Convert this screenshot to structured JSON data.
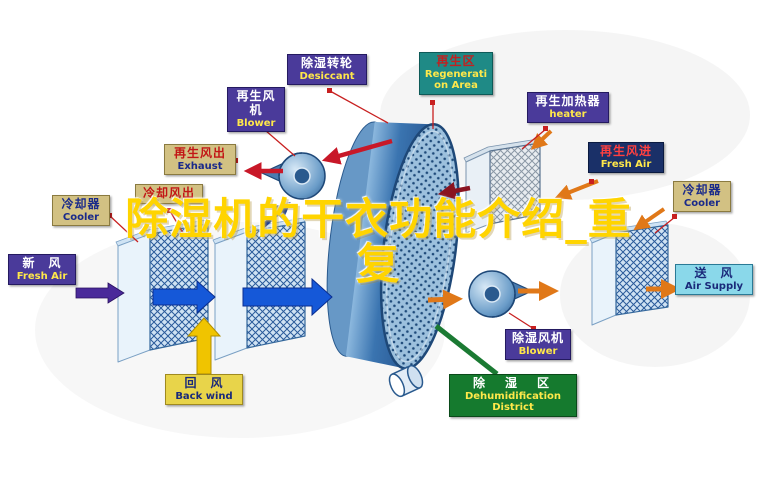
{
  "watermark": {
    "line1": "除湿机的干衣功能介绍_重",
    "line2": "复"
  },
  "labels": {
    "blower_regen": {
      "zh": "再生风机",
      "en": "Blower"
    },
    "desiccant": {
      "zh": "除湿转轮",
      "en": "Desiccant"
    },
    "regen_area": {
      "zh": "再生区",
      "en": "Regeneration Area"
    },
    "heater": {
      "zh": "再生加热器",
      "en": "heater"
    },
    "exhaust": {
      "zh": "再生风出",
      "en": "Exhaust"
    },
    "cooler_left": {
      "zh": "冷却器",
      "en": "Cooler"
    },
    "cooling_out": {
      "zh": "冷却风出"
    },
    "fresh_air_regen": {
      "zh": "再生风进",
      "en": "Fresh Air"
    },
    "cooler_right": {
      "zh": "冷却器",
      "en": "Cooler"
    },
    "fresh_air": {
      "zh": "新　风",
      "en": "Fresh Air"
    },
    "back_wind": {
      "zh": "回　风",
      "en": "Back wind"
    },
    "air_supply": {
      "zh": "送　风",
      "en": "Air Supply"
    },
    "blower_dehumid": {
      "zh": "除湿风机",
      "en": "Blower"
    },
    "dehumid_district": {
      "zh": "除　湿　区",
      "en": "Dehumidification District"
    }
  },
  "colors": {
    "watermark_yellow": "#ffd400",
    "wheel_blue": "#3a74b0",
    "arrow_red": "#c81828",
    "arrow_dark_red": "#8a1420",
    "arrow_orange": "#e07818",
    "arrow_blue": "#1558d8",
    "arrow_purple": "#4a2a9a",
    "arrow_yellow": "#f0c400",
    "label_purple": "#4a3a9a",
    "label_teal": "#1f8a86",
    "label_tan": "#d2c183",
    "label_navy": "#1a3068",
    "label_green": "#157a2e",
    "label_cyan": "#8ad8ea",
    "label_yellow": "#e8d44a"
  }
}
